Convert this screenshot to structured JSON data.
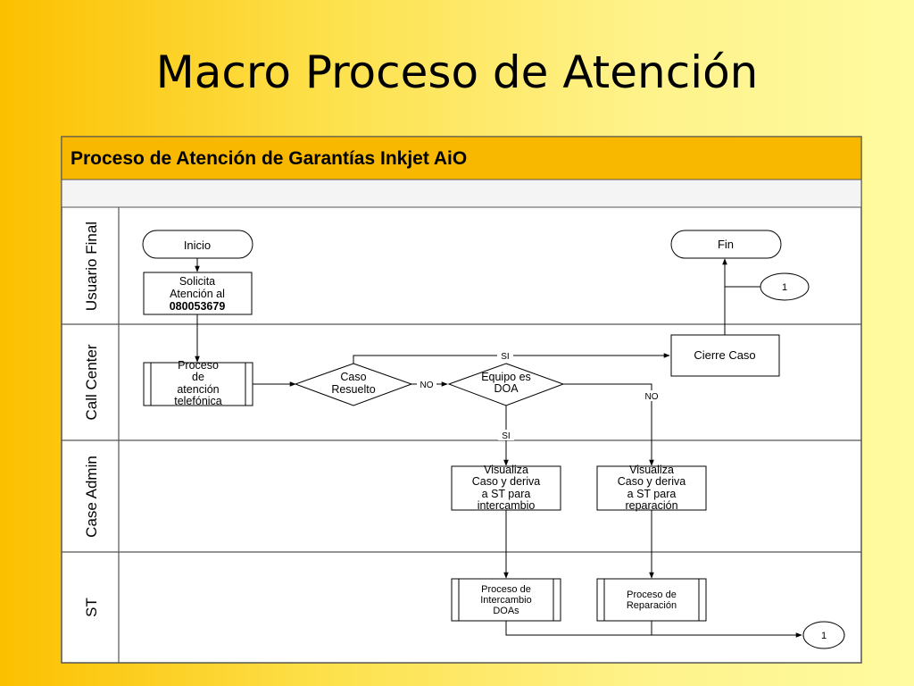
{
  "slide_title": "Macro Proceso de Atención",
  "diagram": {
    "header": "Proceso de Atención de Garantías Inkjet AiO",
    "lanes": [
      "Usuario Final",
      "Call Center",
      "Case Admin",
      "ST"
    ],
    "nodes": {
      "inicio": "Inicio",
      "fin": "Fin",
      "solicita": [
        "Solicita",
        "Atención al",
        "080053679"
      ],
      "proceso_atencion": [
        "Proceso",
        "de",
        "atención",
        "telefónica"
      ],
      "caso_resuelto": [
        "Caso",
        "Resuelto"
      ],
      "equipo_doa": [
        "Equipo es",
        "DOA"
      ],
      "cierre_caso": "Cierre Caso",
      "visualiza_intercambio": [
        "Visualiza",
        "Caso y deriva",
        "a ST para",
        "intercambio"
      ],
      "visualiza_reparacion": [
        "Visualiza",
        "Caso y deriva",
        "a ST para",
        "reparación"
      ],
      "proceso_intercambio": [
        "Proceso de",
        "Intercambio",
        "DOAs"
      ],
      "proceso_reparacion": [
        "Proceso de",
        "Reparación"
      ],
      "connector_top": "1",
      "connector_bottom": "1"
    },
    "edge_labels": {
      "si_top": "SI",
      "no_middle": "NO",
      "no_right": "NO",
      "si_down": "SI"
    }
  }
}
